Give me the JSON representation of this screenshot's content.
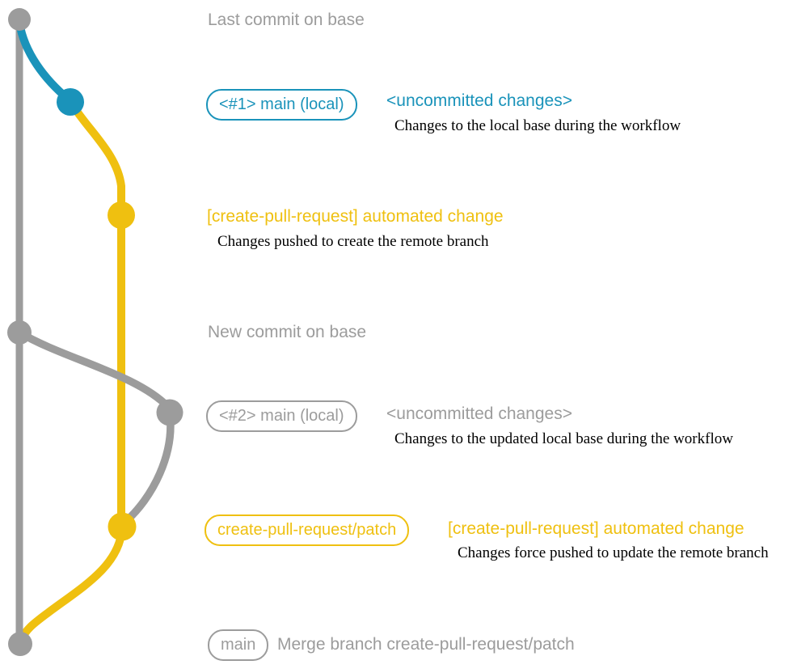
{
  "colors": {
    "gray": "#9C9C9C",
    "teal": "#1A93BA",
    "yellow": "#EFC010",
    "ink": "#000000",
    "background": "#FFFFFF"
  },
  "graph": {
    "branches": [
      {
        "name": "base trunk (main)",
        "color": "#9C9C9C"
      },
      {
        "name": "local main uncommitted changes",
        "color": "#1A93BA"
      },
      {
        "name": "create-pull-request/patch",
        "color": "#EFC010"
      }
    ],
    "nodes": [
      {
        "name": "last-commit-on-base",
        "branch": "base"
      },
      {
        "name": "local-main-1",
        "branch": "local"
      },
      {
        "name": "patch-commit-1",
        "branch": "patch"
      },
      {
        "name": "new-commit-on-base",
        "branch": "base"
      },
      {
        "name": "local-main-2",
        "branch": "local"
      },
      {
        "name": "patch-commit-2",
        "branch": "patch"
      },
      {
        "name": "merge-commit",
        "branch": "base"
      }
    ]
  },
  "rows": {
    "last_commit": {
      "label": "Last commit on base"
    },
    "local1": {
      "badge": "<#1> main (local)",
      "heading": "<uncommitted changes>",
      "description": "Changes to the local base during the workflow"
    },
    "push1": {
      "heading": "[create-pull-request] automated change",
      "description": "Changes pushed to create the remote branch"
    },
    "new_commit": {
      "label": "New commit on base"
    },
    "local2": {
      "badge": "<#2> main (local)",
      "heading": "<uncommitted changes>",
      "description": "Changes to the updated local base during the workflow"
    },
    "push2": {
      "badge": "create-pull-request/patch",
      "heading": "[create-pull-request] automated change",
      "description": "Changes force pushed to update the remote branch"
    },
    "merge": {
      "badge": "main",
      "heading": "Merge branch create-pull-request/patch"
    }
  }
}
